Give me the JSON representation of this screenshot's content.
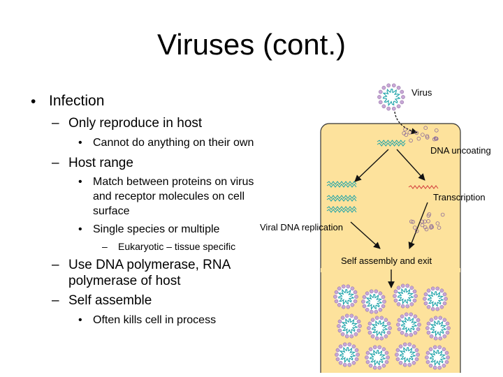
{
  "slide": {
    "title": "Viruses (cont.)",
    "bullets": {
      "infection": "Infection",
      "only_reproduce": "Only reproduce in host",
      "cannot_do": "Cannot do anything on their own",
      "host_range": "Host range",
      "match_line1": "Match between proteins on virus",
      "match_line2": "and receptor molecules on cell",
      "match_line3": "surface",
      "single_species": "Single species or multiple",
      "eukaryotic": "Eukaryotic – tissue specific",
      "use_dna_line1": "Use DNA polymerase, RNA",
      "use_dna_line2": "polymerase of host",
      "self_assemble": "Self assemble",
      "often_kills": "Often kills cell in process"
    },
    "markers": {
      "dot": "•",
      "dash": "–"
    }
  },
  "diagram": {
    "labels": {
      "virus": "Virus",
      "dna_uncoating": "DNA uncoating",
      "transcription": "Transcription",
      "viral_dna_replication": "Viral DNA replication",
      "self_assembly_exit": "Self assembly and exit"
    },
    "colors": {
      "cell_fill": "#fde29c",
      "cell_stroke": "#333333",
      "capsid": "#c7a6d6",
      "capsid_stroke": "#8a6a9a",
      "dna": "#1aa2a8",
      "mrna": "#d23a3a",
      "arrow": "#111111"
    }
  }
}
